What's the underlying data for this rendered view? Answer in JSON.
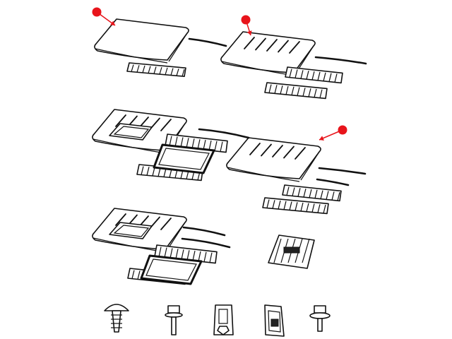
{
  "diagram": {
    "callout_color": "#e8141b",
    "line_color": "#111111",
    "background": "#ffffff",
    "callouts": 3,
    "roof_variants": 5,
    "fasteners": 5
  }
}
